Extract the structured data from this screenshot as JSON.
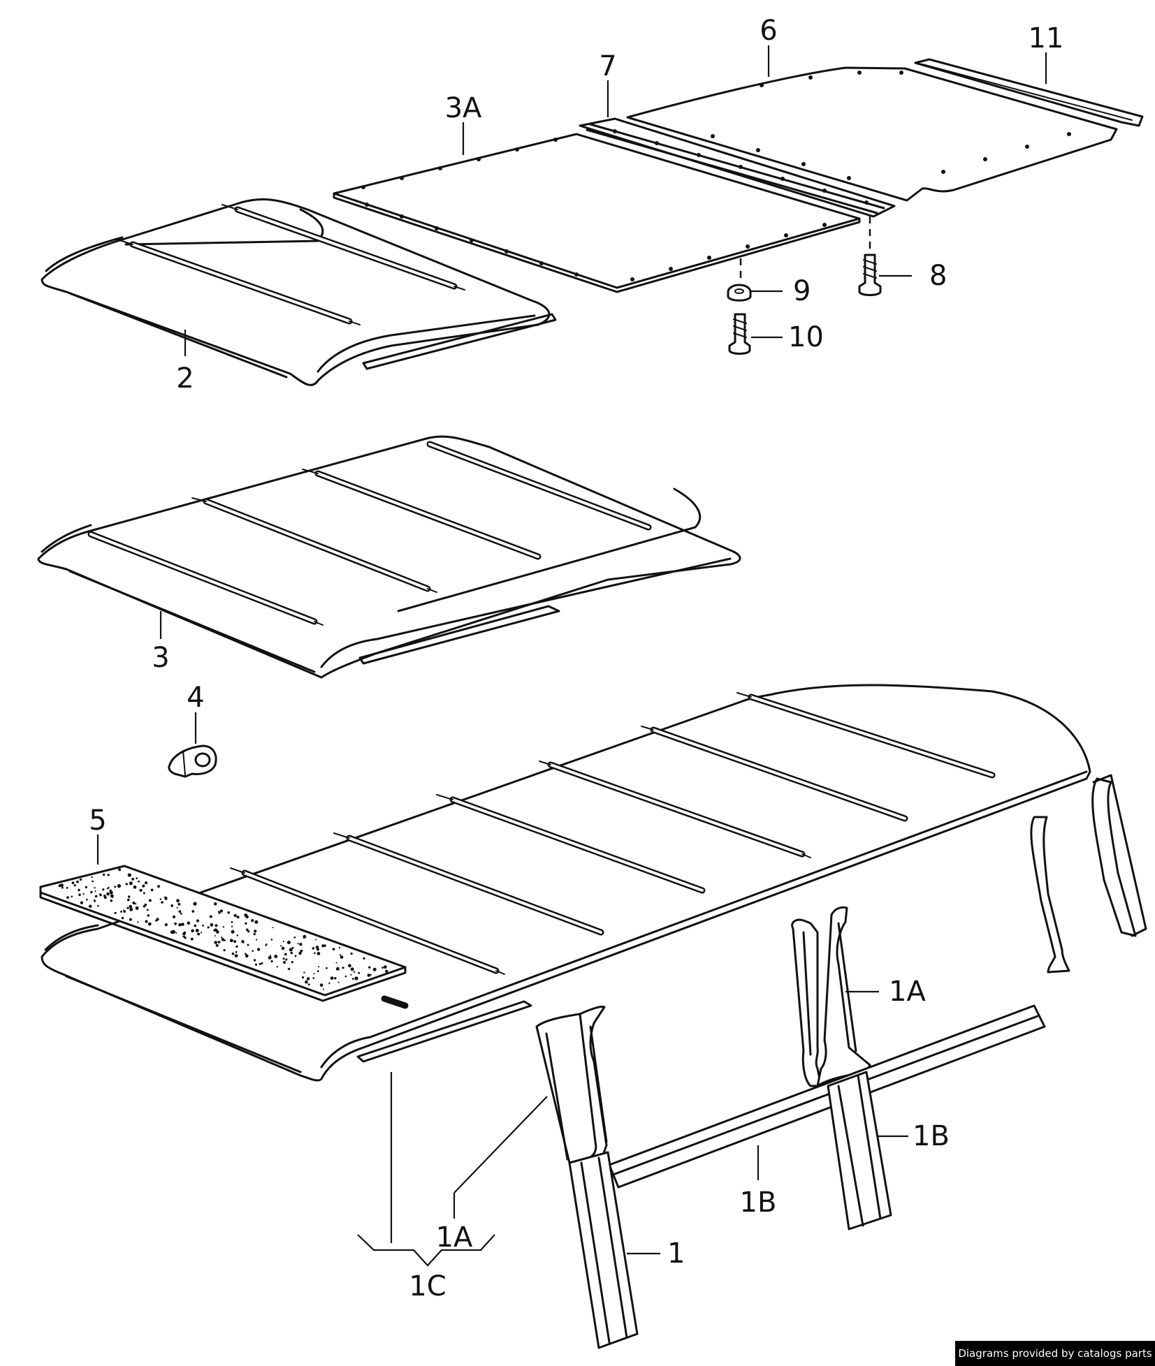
{
  "labels": {
    "p1": "1",
    "p1A_mid": "1A",
    "p1A_bot": "1A",
    "p1B_mid": "1B",
    "p1B_right": "1B",
    "p1C": "1C",
    "p2": "2",
    "p3": "3",
    "p3A": "3A",
    "p4": "4",
    "p5": "5",
    "p6": "6",
    "p7": "7",
    "p8": "8",
    "p9": "9",
    "p10": "10",
    "p11": "11"
  },
  "credit": "Diagrams provided by catalogs parts"
}
